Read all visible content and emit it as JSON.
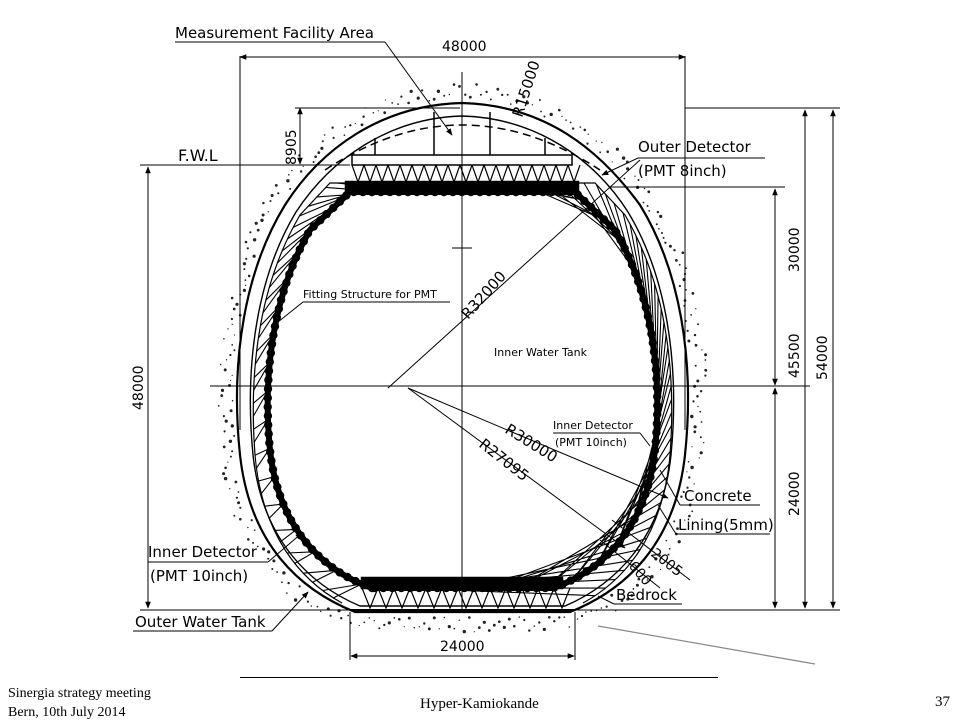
{
  "diagram": {
    "labels": {
      "measurement_area": "Measurement Facility Area",
      "fwl": "F.W.L",
      "outer_detector": [
        "Outer Detector",
        "(PMT 8inch)"
      ],
      "fitting_structure": "Fitting Structure for PMT",
      "inner_water_tank": "Inner Water Tank",
      "inner_detector_small": [
        "Inner Detector",
        "(PMT 10inch)"
      ],
      "concrete": "Concrete",
      "lining": "Lining(5mm)",
      "inner_detector_large": [
        "Inner Detector",
        "(PMT 10inch)"
      ],
      "outer_water_tank": "Outer Water Tank",
      "bedrock": "Bedrock"
    },
    "dimensions": {
      "top_width": "48000",
      "top_radius": "R15000",
      "fwl_height": "8905",
      "r32000": "R32000",
      "r30000": "R30000",
      "r27095": "R27095",
      "d2005": "2005",
      "d600": "600",
      "left_height": "48000",
      "h30000": "30000",
      "h45500": "45500",
      "h54000": "54000",
      "h24000": "24000",
      "bottom_width": "24000"
    }
  },
  "footer": {
    "meeting_line1": "Sinergia strategy meeting",
    "meeting_line2": "Bern, 10th July 2014",
    "title": "Hyper-Kamiokande",
    "page": "37"
  }
}
